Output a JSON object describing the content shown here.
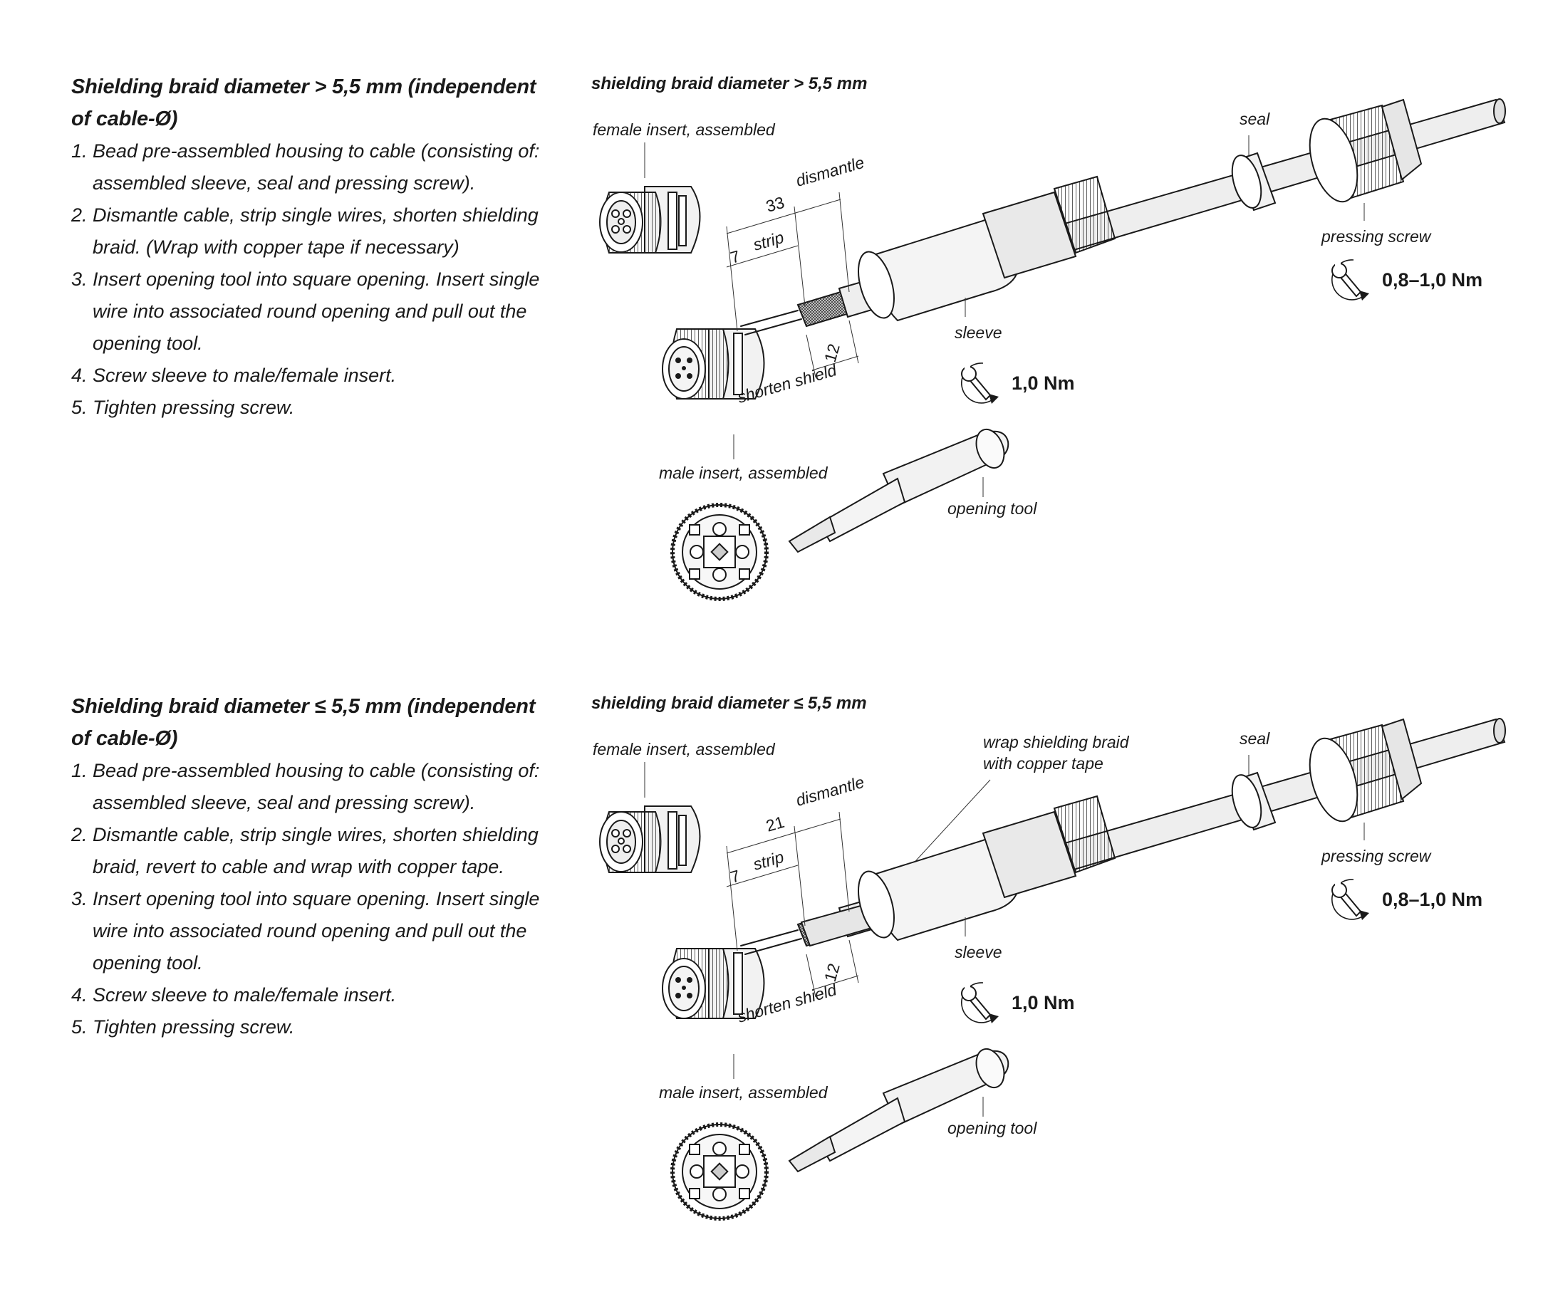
{
  "sections": [
    {
      "heading": "Shielding braid diameter  > 5,5 mm (independent of cable-Ø)",
      "steps": [
        {
          "num": "1.",
          "text": "Bead pre-assembled housing to cable (consisting of: assembled sleeve, seal and pressing screw)."
        },
        {
          "num": "2.",
          "text": "Dismantle cable, strip single wires, shorten shielding braid. (Wrap with copper tape if necessary)"
        },
        {
          "num": "3.",
          "text": "Insert opening tool into square opening. Insert single wire into associated round opening and pull out the opening tool."
        },
        {
          "num": "4.",
          "text": "Screw sleeve to male/female insert."
        },
        {
          "num": "5.",
          "text": "Tighten pressing screw."
        }
      ],
      "diagram": {
        "title": "shielding braid diameter > 5,5 mm",
        "labels": {
          "female_insert": "female insert, assembled",
          "male_insert": "male insert, assembled",
          "dismantle": "dismantle",
          "strip": "strip",
          "shorten_shield": "shorten shield",
          "seal": "seal",
          "sleeve": "sleeve",
          "pressing_screw": "pressing screw",
          "opening_tool": "opening tool",
          "wrap": ""
        },
        "dimensions": {
          "dismantle": "33",
          "strip": "7",
          "shield": "12"
        },
        "torque": {
          "sleeve": "1,0 Nm",
          "pressing_screw": "0,8–1,0 Nm"
        }
      }
    },
    {
      "heading": "Shielding braid diameter  ≤ 5,5 mm (independent of cable-Ø)",
      "steps": [
        {
          "num": "1.",
          "text": "Bead pre-assembled housing to cable (consisting of: assembled sleeve, seal and pressing screw)."
        },
        {
          "num": "2.",
          "text": "Dismantle cable, strip single wires, shorten shielding braid, revert to cable and wrap with copper tape."
        },
        {
          "num": "3.",
          "text": "Insert opening tool into square opening. Insert single wire into associated round opening and pull out the opening tool."
        },
        {
          "num": "4.",
          "text": "Screw sleeve to male/female insert."
        },
        {
          "num": "5.",
          "text": "Tighten pressing screw."
        }
      ],
      "diagram": {
        "title": "shielding braid diameter ≤ 5,5 mm",
        "labels": {
          "female_insert": "female insert, assembled",
          "male_insert": "male insert, assembled",
          "dismantle": "dismantle",
          "strip": "strip",
          "shorten_shield": "shorten shield",
          "seal": "seal",
          "sleeve": "sleeve",
          "pressing_screw": "pressing screw",
          "opening_tool": "opening tool",
          "wrap": "wrap shielding braid with copper tape"
        },
        "dimensions": {
          "dismantle": "21",
          "strip": "7",
          "shield": "12"
        },
        "torque": {
          "sleeve": "1,0 Nm",
          "pressing_screw": "0,8–1,0 Nm"
        }
      }
    }
  ],
  "icons": {
    "wrench": "wrench-icon",
    "rotate": "rotate-arrow-icon"
  }
}
